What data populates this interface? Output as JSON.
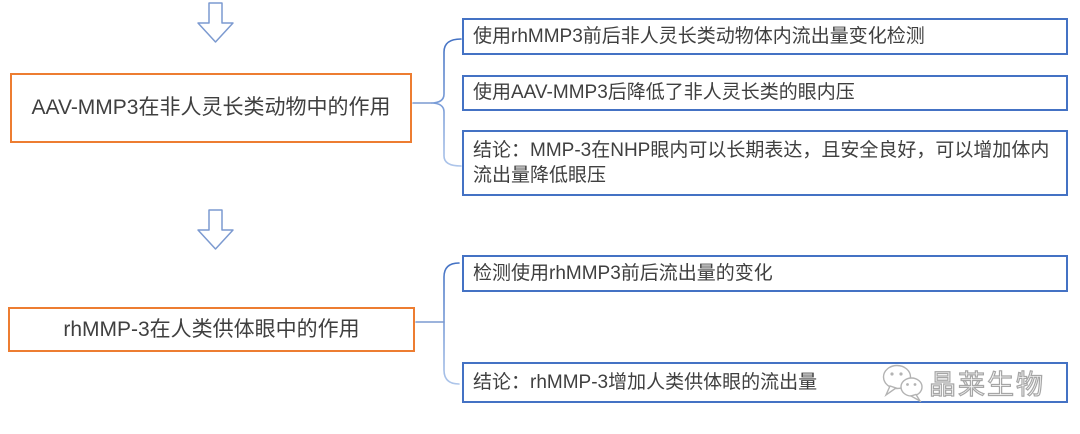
{
  "diagram": {
    "groups": [
      {
        "title": "AAV-MMP3在非人灵长类动物中的作用",
        "items": [
          "使用rhMMP3前后非人灵长类动物体内流出量变化检测",
          "使用AAV-MMP3后降低了非人灵长类的眼内压",
          "结论：MMP-3在NHP眼内可以长期表达，且安全良好，可以增加体内流出量降低眼压"
        ]
      },
      {
        "title": "rhMMP-3在人类供体眼中的作用",
        "items": [
          "检测使用rhMMP3前后流出量的变化",
          "结论：rhMMP-3增加人类供体眼的流出量"
        ]
      }
    ],
    "watermark": {
      "icon": "wechat-icon",
      "text": "晶莱生物"
    },
    "colors": {
      "title_border": "#ED7D31",
      "item_border": "#4472C4",
      "connector_dark": "#4472C4",
      "connector_light": "#ADC5EA",
      "arrow_outline": "#7C9AD0",
      "text": "#3F3F3F",
      "watermark_gray": "#A6A6A6"
    }
  }
}
